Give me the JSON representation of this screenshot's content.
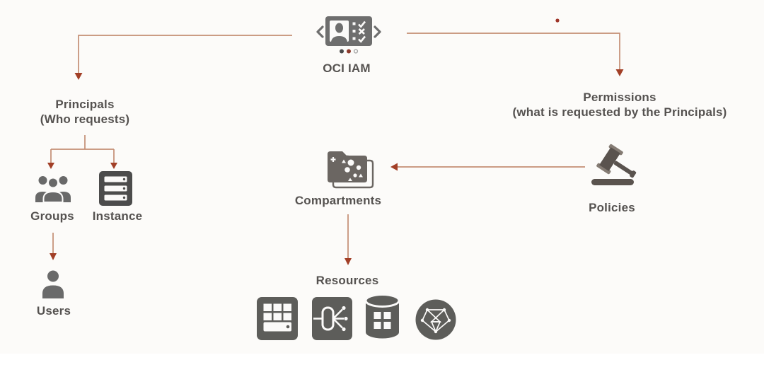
{
  "diagram": {
    "title": "OCI IAM concept diagram",
    "nodes": {
      "oci_iam": {
        "label": "OCI IAM"
      },
      "principals": {
        "label": "Principals",
        "sublabel": "(Who requests)"
      },
      "permissions": {
        "label": "Permissions",
        "sublabel": "(what is requested by the Principals)"
      },
      "groups": {
        "label": "Groups"
      },
      "instance": {
        "label": "Instance"
      },
      "users": {
        "label": "Users"
      },
      "compartments": {
        "label": "Compartments"
      },
      "policies": {
        "label": "Policies"
      },
      "resources": {
        "label": "Resources"
      }
    },
    "edges": [
      "oci_iam -> principals",
      "oci_iam -> permissions",
      "principals -> groups",
      "principals -> instance",
      "groups -> users",
      "permissions -> policies",
      "policies -> compartments",
      "compartments -> resources"
    ],
    "icons": [
      "iam-card-icon",
      "groups-icon",
      "instance-icon",
      "user-icon",
      "compartments-folder-icon",
      "policies-gavel-icon",
      "compute-grid-icon",
      "load-balancer-icon",
      "database-icon",
      "network-polygon-icon"
    ],
    "colors": {
      "background": "#fcfbf9",
      "connector_line": "#c48e74",
      "arrowhead": "#a23f27",
      "accent_dot": "#9e3428",
      "icon_gray": "#696969",
      "icon_dark": "#4c4c4c",
      "icon_resource": "#5d5d5a",
      "gavel": "#5a534e",
      "folder": "#6b6662",
      "text": "#555250"
    }
  }
}
